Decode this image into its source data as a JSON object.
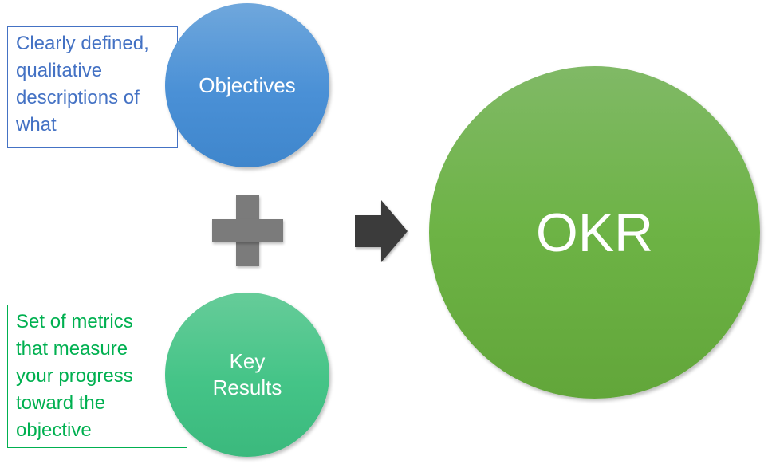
{
  "objectives": {
    "label": "Objectives",
    "description_lines": [
      "Clearly defined,",
      "qualitative",
      "descriptions of",
      "what"
    ],
    "color": "#4a90d6",
    "text_color": "#4472c4"
  },
  "key_results": {
    "label_lines": [
      "Key",
      "Results"
    ],
    "description_lines": [
      "Set of metrics",
      "that measure",
      "your progress",
      "toward the",
      "objective"
    ],
    "color": "#44c487",
    "text_color": "#00b050"
  },
  "operator": {
    "icon": "plus-icon",
    "color": "#7b7b7b"
  },
  "connector": {
    "icon": "arrow-right-icon",
    "color": "#3a3a3a"
  },
  "result": {
    "label": "OKR",
    "color": "#6db345"
  }
}
